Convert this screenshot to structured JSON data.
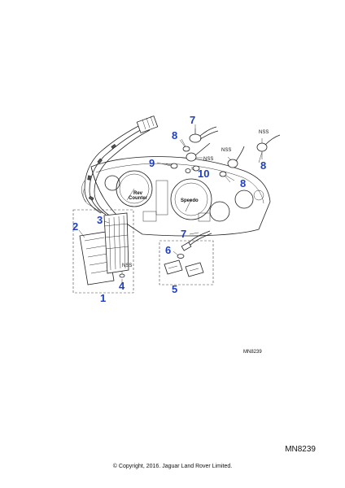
{
  "diagram": {
    "reference_small": "MN8239",
    "reference_large": "MN8239",
    "copyright": "© Copyright, 2016. Jaguar Land Rover Limited.",
    "gauge_labels": {
      "rev_counter_line1": "Rev",
      "rev_counter_line2": "Counter",
      "speedo": "Speedo"
    },
    "nss_labels": [
      "NSS",
      "NSS",
      "NSS",
      "NSS"
    ],
    "callouts": [
      {
        "id": "7",
        "label": "7"
      },
      {
        "id": "8",
        "label": "8"
      },
      {
        "id": "9",
        "label": "9"
      },
      {
        "id": "10",
        "label": "10"
      },
      {
        "id": "8",
        "label": "8"
      },
      {
        "id": "8",
        "label": "8"
      },
      {
        "id": "2",
        "label": "2"
      },
      {
        "id": "3",
        "label": "3"
      },
      {
        "id": "4",
        "label": "4"
      },
      {
        "id": "1",
        "label": "1"
      },
      {
        "id": "7",
        "label": "7"
      },
      {
        "id": "6",
        "label": "6"
      },
      {
        "id": "5",
        "label": "5"
      }
    ]
  }
}
